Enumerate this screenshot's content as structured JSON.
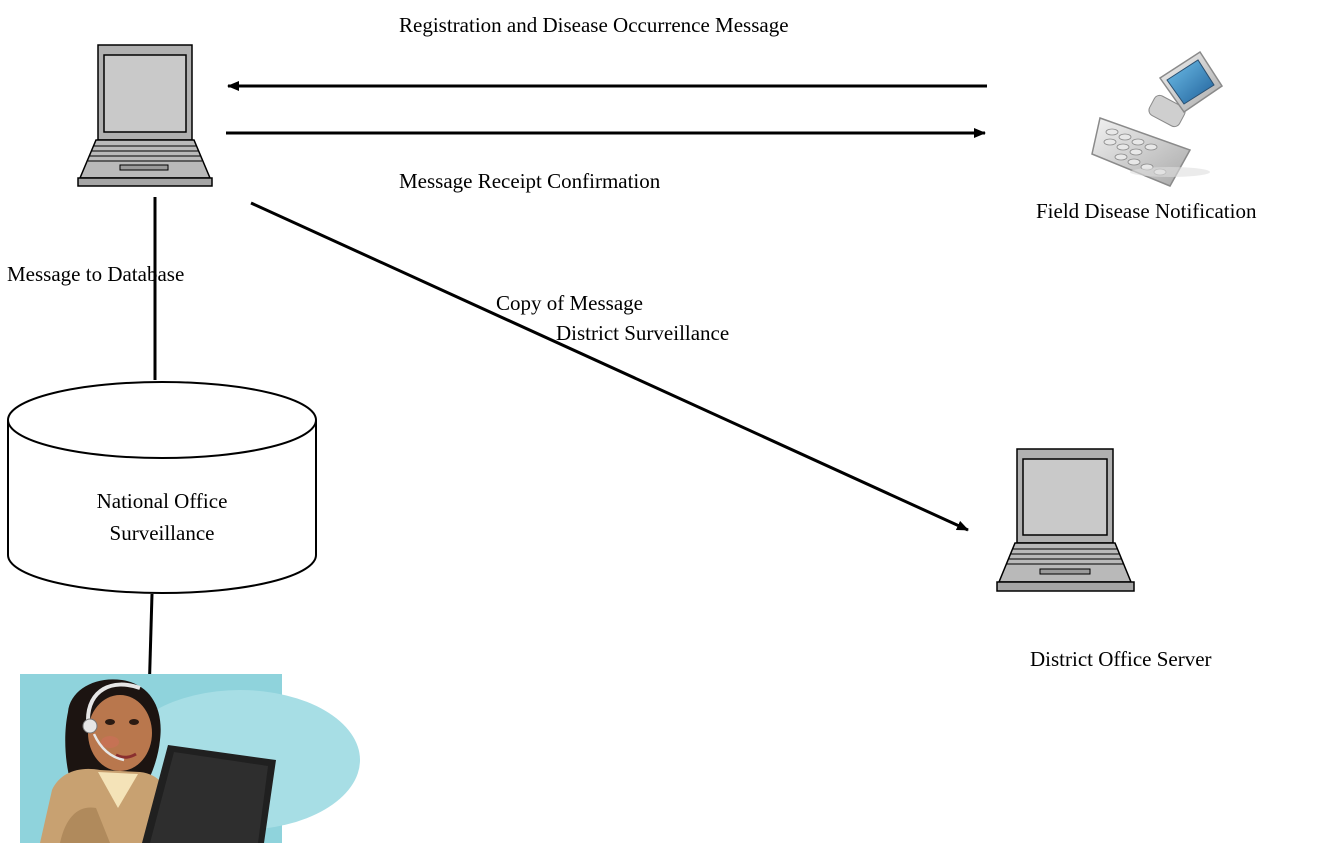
{
  "labels": {
    "registration_message": "Registration and Disease Occurrence Message",
    "receipt_confirmation": "Message Receipt Confirmation",
    "field_notification": "Field Disease Notification",
    "message_to_database": "Message to Database",
    "copy_of_message": "Copy of Message",
    "district_surveillance": "District Surveillance",
    "national_office_line1": "National Office",
    "national_office_line2": "Surveillance",
    "district_office_server": "District Office Server"
  },
  "icons": {
    "central_laptop": "laptop-icon",
    "district_laptop": "laptop-icon",
    "field_phone": "mobile-phone-icon",
    "database": "database-cylinder",
    "operator": "call-center-operator-clipart"
  },
  "colors": {
    "line": "#000000",
    "laptop_body": "#b3b3b3",
    "laptop_screen": "#c8c8c8",
    "clipart_bg": "#8fd3dc",
    "phone_screen": "#2f86c9"
  }
}
